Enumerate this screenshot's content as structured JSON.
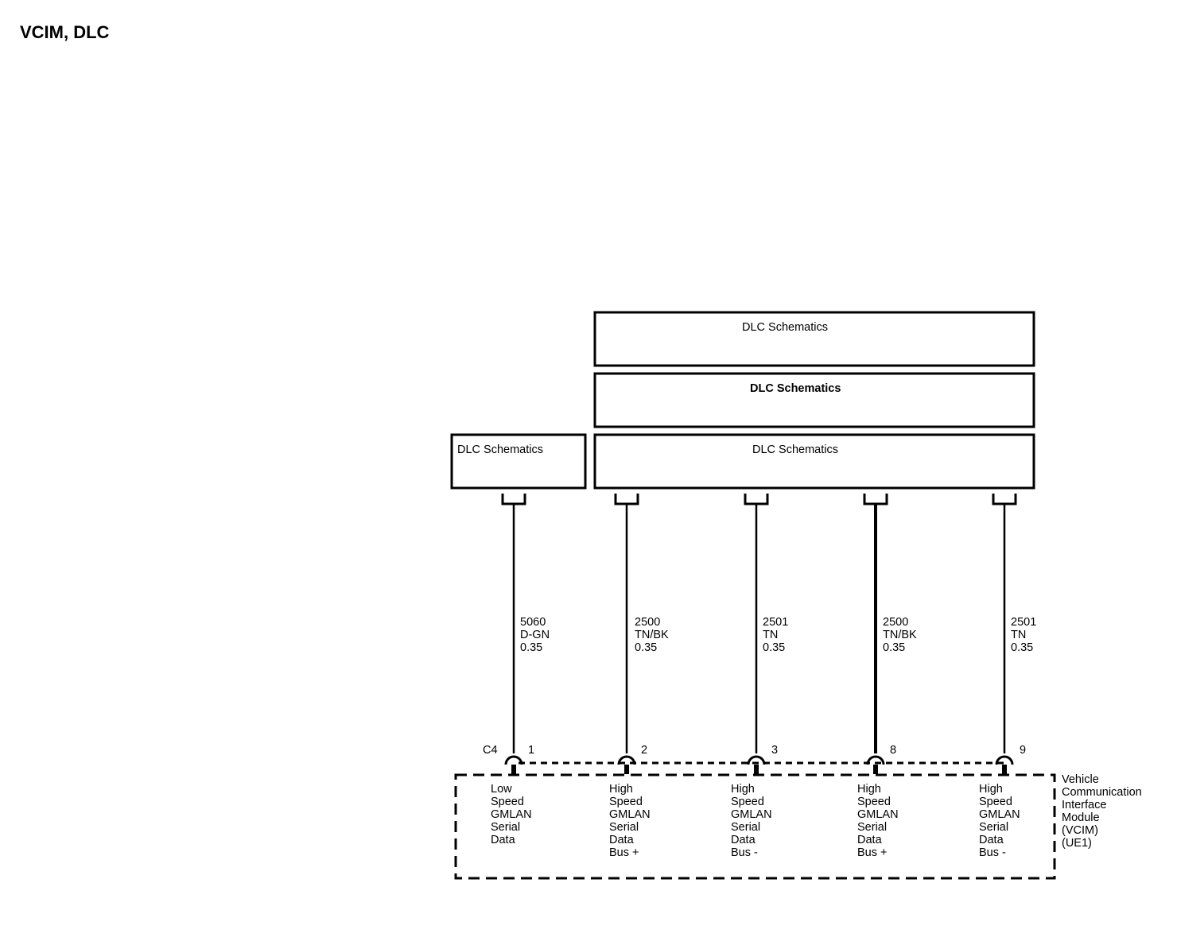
{
  "title": "VCIM, DLC",
  "diagram": {
    "boxes": [
      {
        "label": "DLC Schematics"
      },
      {
        "label": "DLC Schematics"
      },
      {
        "label": "DLC Schematics"
      },
      {
        "label": "DLC Schematics"
      }
    ],
    "connector": "C4",
    "circuits": [
      {
        "pin": "1",
        "circuit": "5060",
        "color": "D-GN",
        "gauge": "0.35",
        "function": [
          "Low",
          "Speed",
          "GMLAN",
          "Serial",
          "Data"
        ]
      },
      {
        "pin": "2",
        "circuit": "2500",
        "color": "TN/BK",
        "gauge": "0.35",
        "function": [
          "High",
          "Speed",
          "GMLAN",
          "Serial",
          "Data",
          "Bus +"
        ]
      },
      {
        "pin": "3",
        "circuit": "2501",
        "color": "TN",
        "gauge": "0.35",
        "function": [
          "High",
          "Speed",
          "GMLAN",
          "Serial",
          "Data",
          "Bus -"
        ]
      },
      {
        "pin": "8",
        "circuit": "2500",
        "color": "TN/BK",
        "gauge": "0.35",
        "function": [
          "High",
          "Speed",
          "GMLAN",
          "Serial",
          "Data",
          "Bus +"
        ]
      },
      {
        "pin": "9",
        "circuit": "2501",
        "color": "TN",
        "gauge": "0.35",
        "function": [
          "High",
          "Speed",
          "GMLAN",
          "Serial",
          "Data",
          "Bus -"
        ]
      }
    ],
    "module": [
      "Vehicle",
      "Communication",
      "Interface",
      "Module",
      "(VCIM)",
      "(UE1)"
    ]
  }
}
